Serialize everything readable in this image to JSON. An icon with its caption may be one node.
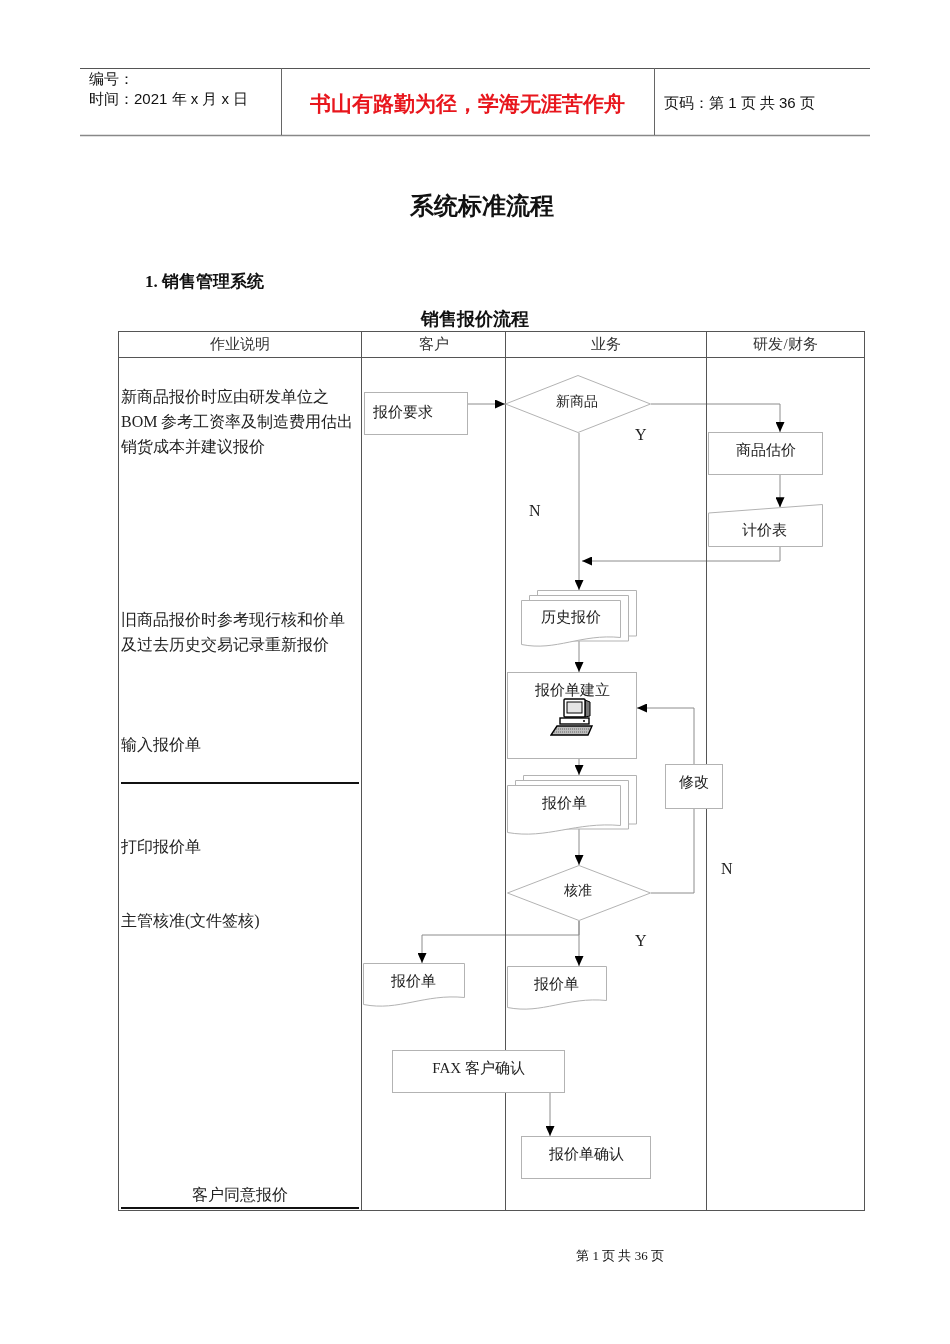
{
  "diagram": {
    "title": "系统标准流程",
    "nodes": [
      {
        "text": [
          "作业说明",
          "新商品报价时应由研发单位之BOM 参考工资率及制造费用估出销货成本并建议报价",
          "旧商品报价时参考现行核和价单及过去历史交易记录重新报价",
          "输入报价单",
          "打印报价单",
          "主管核准(文件签核)",
          "客户同意报价"
        ]
      },
      {
        "text": [
          "客户"
        ]
      },
      {
        "text": [
          "业务"
        ]
      },
      {
        "text": [
          "研发/财务"
        ]
      },
      {
        "text": [
          "报价要求"
        ],
        "in": 1
      },
      {
        "text": [
          "新商品"
        ],
        "in": 2
      },
      {
        "text": [
          "商品估价"
        ],
        "in": 3
      },
      {
        "text": [
          "计价表"
        ],
        "in": 3
      },
      {
        "text": [
          "历史报价"
        ],
        "in": 2
      },
      {
        "text": [
          "报价单建立"
        ],
        "in": 2
      },
      {
        "text": [
          "修改"
        ]
      },
      {
        "text": [
          "报价单"
        ],
        "in": 2
      },
      {
        "text": [
          "核准"
        ],
        "in": 2
      },
      {
        "text": [
          "报价单"
        ],
        "in": 1
      },
      {
        "text": [
          "报价单"
        ],
        "in": 2
      },
      {
        "text": [
          "FAX 客户确认"
        ]
      },
      {
        "text": [
          "报价单确认"
        ],
        "in": 2
      }
    ],
    "edges": [
      {
        "from": 4,
        "to": 5,
        "arrow": "to"
      },
      {
        "from": 5,
        "to": 6,
        "arrow": "to",
        "label": "Y"
      },
      {
        "from": 6,
        "to": 7,
        "arrow": "to"
      },
      {
        "from": 7,
        "to": 8,
        "arrow": "to"
      },
      {
        "from": 5,
        "to": 8,
        "arrow": "to",
        "label": "N"
      },
      {
        "from": 8,
        "to": 9,
        "arrow": "to"
      },
      {
        "from": 9,
        "to": 11,
        "arrow": "to"
      },
      {
        "from": 11,
        "to": 12,
        "arrow": "to"
      },
      {
        "from": 12,
        "to": 10,
        "arrow": "none",
        "label": "N"
      },
      {
        "from": 10,
        "to": 9,
        "arrow": "to"
      },
      {
        "from": 12,
        "to": 14,
        "arrow": "to",
        "label": "Y"
      },
      {
        "from": 12,
        "to": 13,
        "arrow": "to"
      },
      {
        "from": 15,
        "to": 16,
        "arrow": "to"
      }
    ],
    "labels": [
      "编号：",
      "时间：2021 年 x 月 x 日",
      "书山有路勤为径，学海无涯苦作舟",
      "页码：第 1 页 共 36 页",
      "1. 销售管理系统",
      "销售报价流程",
      "第 1 页 共 36 页"
    ]
  }
}
